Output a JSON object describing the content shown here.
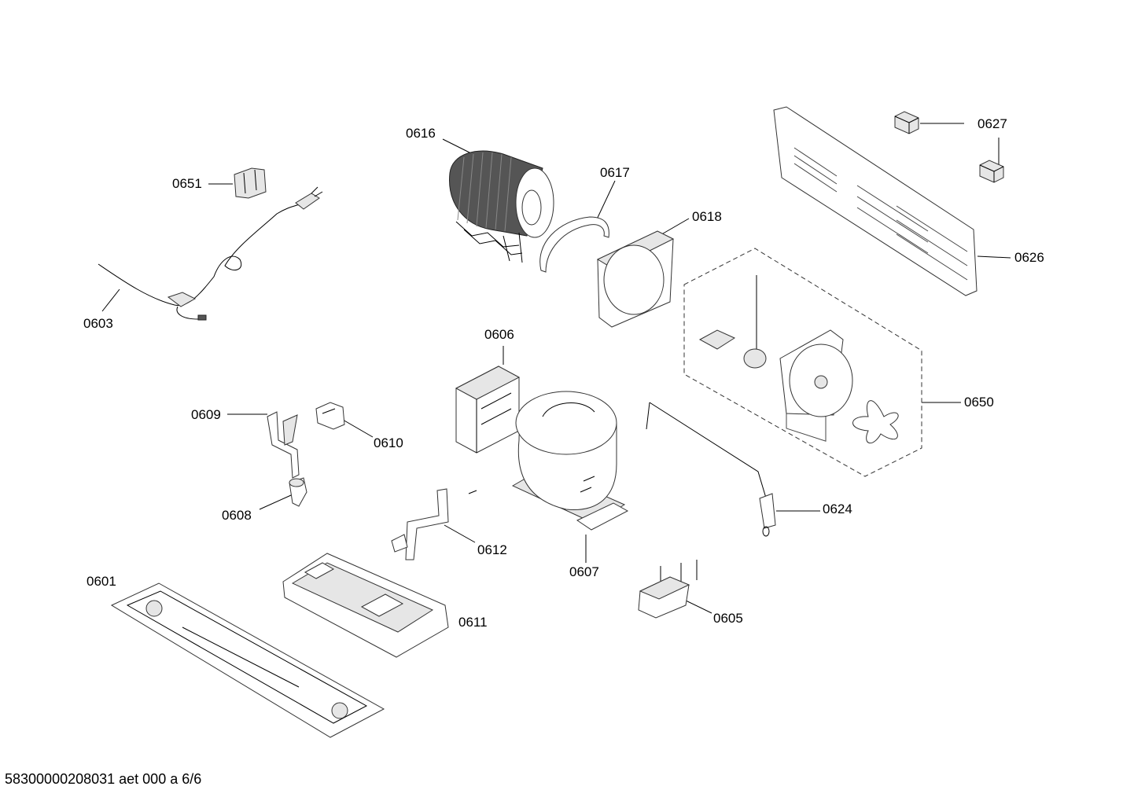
{
  "footer": "58300000208031 aet 000 a 6/6",
  "labels": {
    "p0601": "0601",
    "p0603": "0603",
    "p0605": "0605",
    "p0606": "0606",
    "p0607": "0607",
    "p0608": "0608",
    "p0609": "0609",
    "p0610": "0610",
    "p0611": "0611",
    "p0612": "0612",
    "p0616": "0616",
    "p0617": "0617",
    "p0618": "0618",
    "p0624": "0624",
    "p0626": "0626",
    "p0627": "0627",
    "p0650": "0650",
    "p0651": "0651"
  }
}
